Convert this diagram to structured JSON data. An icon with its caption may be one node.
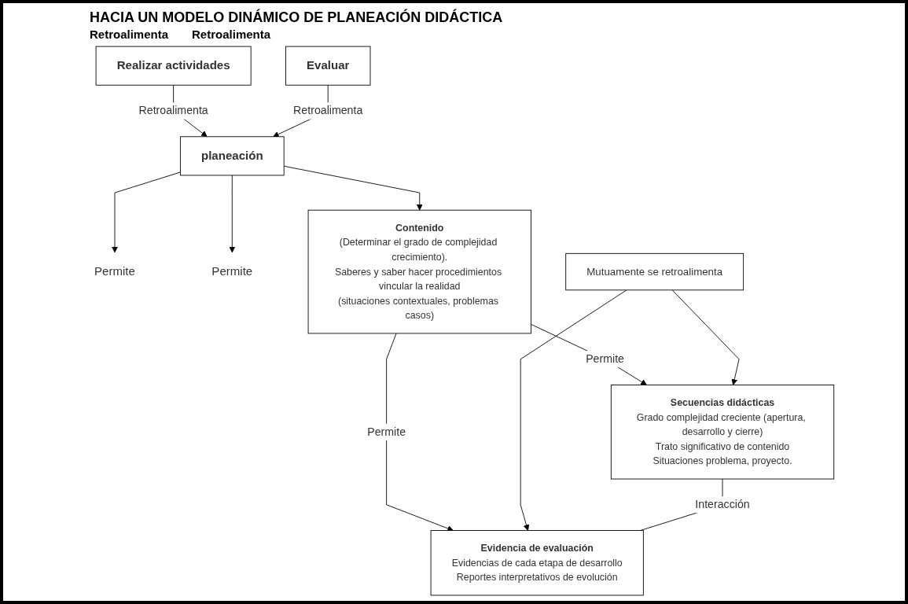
{
  "diagram": {
    "title": "HACIA UN MODELO DINÁMICO DE PLANEACIÓN DIDÁCTICA",
    "nodes": [
      {
        "text": [
          "planeación"
        ]
      },
      {
        "text": [
          "Permite"
        ]
      },
      {
        "text": [
          "Permite"
        ]
      },
      {
        "text": [
          "Realizar actividades"
        ]
      },
      {
        "text": [
          "Evaluar"
        ]
      },
      {
        "text": [
          "Contenido",
          "(Determinar el grado de complejidad crecimiento).",
          "Saberes y saber hacer procedimientos vincular la realidad",
          "(situaciones contextuales, problemas casos)"
        ]
      },
      {
        "text": [
          "Secuencias didácticas",
          "Grado complejidad creciente (apertura, desarrollo y cierre)",
          "Trato significativo de contenido",
          "Situaciones problema, proyecto."
        ]
      },
      {
        "text": [
          "Evidencia de evaluación",
          "Evidencias de cada etapa de desarrollo",
          "Reportes interpretativos de evolución"
        ]
      },
      {
        "text": [
          "Mutuamente se retroalimenta"
        ]
      }
    ],
    "edges": [
      {
        "from": 0,
        "to": 1,
        "arrow": "to"
      },
      {
        "from": 0,
        "to": 2,
        "arrow": "to"
      },
      {
        "from": 3,
        "to": 0,
        "arrow": "to",
        "label": "Retroalimenta"
      },
      {
        "from": 4,
        "to": 0,
        "arrow": "to",
        "label": "Retroalimenta"
      },
      {
        "from": 0,
        "to": 5,
        "arrow": "to"
      },
      {
        "from": 5,
        "to": 6,
        "arrow": "to",
        "label": "Permite"
      },
      {
        "from": 5,
        "to": 7,
        "arrow": "to",
        "label": "Permite"
      },
      {
        "from": 8,
        "to": 6,
        "arrow": "to"
      },
      {
        "from": 8,
        "to": 7,
        "arrow": "to"
      },
      {
        "from": 6,
        "to": 7,
        "arrow": "none",
        "label": "Interacción"
      }
    ],
    "labels": [
      "Retroalimenta",
      "Retroalimenta"
    ]
  }
}
